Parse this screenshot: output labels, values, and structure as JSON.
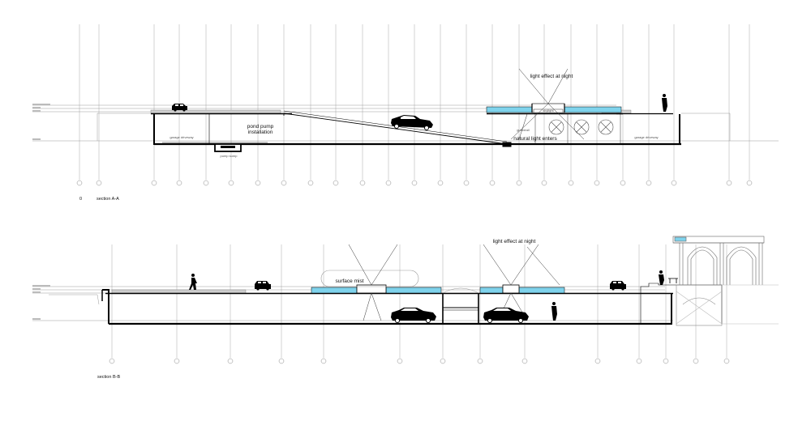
{
  "section_a": {
    "title": "section A-A",
    "marker": "0",
    "light_effect": "light effect at night",
    "pond_pump": "pond pump",
    "pond_installation": "installation",
    "garage_driveway_left": "garage driveway",
    "garage_driveway_right": "garage driveway",
    "pump_sump": "pump sump",
    "guardrail": "guardrail",
    "natural_light": "natural light enters"
  },
  "section_b": {
    "title": "section B-B",
    "surface_mist": "surface mist",
    "light_effect": "light effect at night"
  },
  "colors": {
    "water": "#7fd3ec",
    "line": "#000000",
    "grid": "#9a9a9a"
  }
}
